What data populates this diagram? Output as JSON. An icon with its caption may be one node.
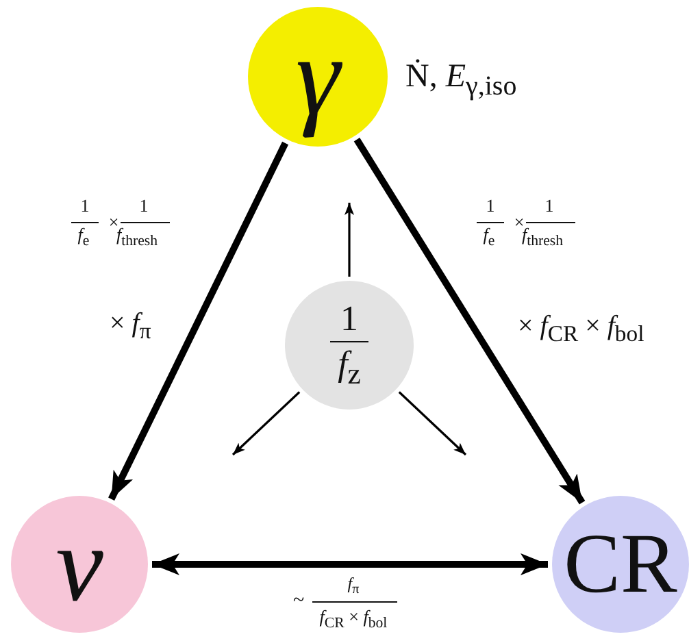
{
  "diagram": {
    "nodes": [
      {
        "text": [
          "γ"
        ],
        "beside": [
          "Ṅ, *E*$_{γ,iso}$"
        ]
      },
      {
        "text": [
          "ν"
        ]
      },
      {
        "text": [
          "CR"
        ]
      },
      {
        "text": [
          "1",
          "*f*$_{z}$"
        ]
      }
    ],
    "edges": [
      {
        "from": 0,
        "to": 1,
        "arrow": "to",
        "style": "thick",
        "label": "× *f*$_{π}$"
      },
      {
        "from": 0,
        "to": 2,
        "arrow": "to",
        "style": "thick",
        "label": "× *f*$_{CR}$ × *f*$_{bol}$"
      },
      {
        "from": 1,
        "to": 2,
        "arrow": "both",
        "style": "thick"
      },
      {
        "from": 3,
        "to": null,
        "arrow": "to"
      },
      {
        "from": 3,
        "to": null,
        "arrow": "to"
      },
      {
        "from": 3,
        "to": null,
        "arrow": "to"
      }
    ],
    "labels": [
      "1",
      "*f*$_{e}$",
      "×",
      "1",
      "*f*$_{thresh}$",
      "1",
      "*f*$_{e}$",
      "×",
      "1",
      "*f*$_{thresh}$",
      "~",
      "*f*$_{π}$",
      "*f*$_{CR}$ × *f*$_{bol}$"
    ]
  }
}
